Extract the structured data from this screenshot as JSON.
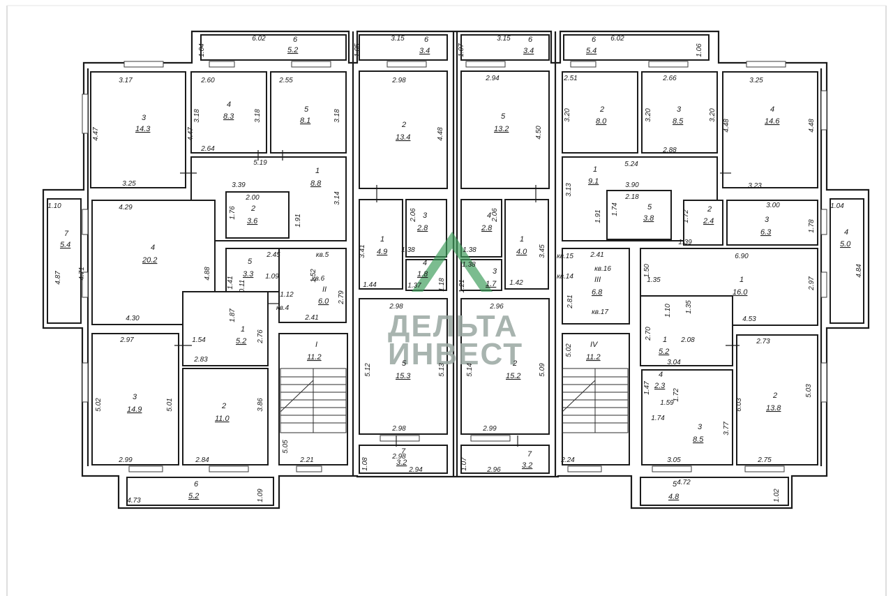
{
  "watermark": {
    "line1": "ДЕЛЬТА",
    "line2": "ИНВЕСТ",
    "color": "#3d9c5a",
    "text_color": "#9aa7a2"
  },
  "rooms": [
    {
      "id": "wl-r6",
      "num": "6",
      "area": "5.2"
    },
    {
      "id": "wl-r3",
      "num": "3",
      "area": "14.3"
    },
    {
      "id": "wl-r4",
      "num": "4",
      "area": "8.3"
    },
    {
      "id": "wl-r5",
      "num": "5",
      "area": "8.1"
    },
    {
      "id": "wl-r1",
      "num": "1",
      "area": "8.8"
    },
    {
      "id": "wl-r2",
      "num": "2",
      "area": "3.6"
    },
    {
      "id": "wl-r4b",
      "num": "4",
      "area": "20.2"
    },
    {
      "id": "wl-r7",
      "num": "7",
      "area": "5.4"
    },
    {
      "id": "wl-r5b",
      "num": "5",
      "area": "3.3"
    },
    {
      "id": "wl-rII",
      "num": "II",
      "area": "6.0"
    },
    {
      "id": "wl-r1b",
      "num": "1",
      "area": "5.2"
    },
    {
      "id": "wl-r3b",
      "num": "3",
      "area": "14.9"
    },
    {
      "id": "wl-r2b",
      "num": "2",
      "area": "11.0"
    },
    {
      "id": "wl-rI",
      "num": "I",
      "area": "11.2"
    },
    {
      "id": "wl-r6b",
      "num": "6",
      "area": "5.2"
    },
    {
      "id": "c1-r6",
      "num": "6",
      "area": "3.4"
    },
    {
      "id": "c1-r2",
      "num": "2",
      "area": "13.4"
    },
    {
      "id": "c1-r1",
      "num": "1",
      "area": "4.9"
    },
    {
      "id": "c1-r3",
      "num": "3",
      "area": "2.8"
    },
    {
      "id": "c1-r4",
      "num": "4",
      "area": "1.8"
    },
    {
      "id": "c1-r5",
      "num": "5",
      "area": "15.3"
    },
    {
      "id": "c1-r7",
      "num": "7",
      "area": "3.2"
    },
    {
      "id": "c2-r6",
      "num": "6",
      "area": "3.4"
    },
    {
      "id": "c2-r5",
      "num": "5",
      "area": "13.2"
    },
    {
      "id": "c2-r4",
      "num": "4",
      "area": "2.8"
    },
    {
      "id": "c2-r1",
      "num": "1",
      "area": "4.0"
    },
    {
      "id": "c2-r3",
      "num": "3",
      "area": "1.7"
    },
    {
      "id": "c2-r2",
      "num": "2",
      "area": "15.2"
    },
    {
      "id": "c2-r7",
      "num": "7",
      "area": "3.2"
    },
    {
      "id": "e-r6",
      "num": "6",
      "area": "5.4"
    },
    {
      "id": "e-r2",
      "num": "2",
      "area": "8.0"
    },
    {
      "id": "e-r3",
      "num": "3",
      "area": "8.5"
    },
    {
      "id": "e-r4",
      "num": "4",
      "area": "14.6"
    },
    {
      "id": "e-r1",
      "num": "1",
      "area": "9.1"
    },
    {
      "id": "e-r5",
      "num": "5",
      "area": "3.8"
    },
    {
      "id": "e-r2b",
      "num": "2",
      "area": "2.4"
    },
    {
      "id": "e-r3b",
      "num": "3",
      "area": "6.3"
    },
    {
      "id": "e-r4b",
      "num": "4",
      "area": "5.0"
    },
    {
      "id": "e-rIII",
      "num": "III",
      "area": "6.8"
    },
    {
      "id": "e-r1b",
      "num": "1",
      "area": "16.0"
    },
    {
      "id": "e-rIV",
      "num": "IV",
      "area": "11.2"
    },
    {
      "id": "e-r1c",
      "num": "1",
      "area": "5.2"
    },
    {
      "id": "e-r4c",
      "num": "4",
      "area": "2.3"
    },
    {
      "id": "e-r3c",
      "num": "3",
      "area": "8.5"
    },
    {
      "id": "e-r2c",
      "num": "2",
      "area": "13.8"
    },
    {
      "id": "e-r5b",
      "num": "5",
      "area": "4.8"
    }
  ],
  "dimensions": [
    "6.02",
    "1.04",
    "3.15",
    "1.05",
    "3.15",
    "1.07",
    "6.02",
    "1.06",
    "3.17",
    "4.47",
    "4.47",
    "3.25",
    "2.60",
    "3.18",
    "3.18",
    "2.64",
    "2.55",
    "3.18",
    "5.19",
    "3.39",
    "2.00",
    "3.14",
    "1.76",
    "1.91",
    "2.98",
    "4.48",
    "2.94",
    "4.50",
    "2.51",
    "3.20",
    "2.66",
    "3.20",
    "3.20",
    "3.25",
    "4.48",
    "4.48",
    "2.88",
    "5.24",
    "3.13",
    "3.90",
    "2.18",
    "1.74",
    "1.91",
    "3.23",
    "1.10",
    "4.29",
    "4.87",
    "4.71",
    "4.88",
    "4.30",
    "2.45",
    "кв.5",
    "1.41",
    "0.11",
    "1.09",
    "1.52",
    "кв.6",
    "2.79",
    "1.12",
    "кв.4",
    "1.87",
    "2.41",
    "3.41",
    "2.06",
    "1.38",
    "1.44",
    "1.18",
    "1.37",
    "2.98",
    "2.06",
    "1.38",
    "1.38",
    "1.21",
    "1.42",
    "3.45",
    "2.96",
    "кв.15",
    "2.41",
    "кв.16",
    "кв.14",
    "2.81",
    "кв.17",
    "1.50",
    "1.35",
    "1.35",
    "1.10",
    "2.70",
    "1.72",
    "3.00",
    "1.78",
    "1.39",
    "6.90",
    "2.97",
    "4.53",
    "1.04",
    "4.84",
    "2.97",
    "1.54",
    "2.76",
    "2.83",
    "5.02",
    "5.01",
    "3.86",
    "2.99",
    "2.84",
    "5.05",
    "2.21",
    "5.12",
    "5.13",
    "2.98",
    "5.14",
    "5.09",
    "2.99",
    "2.98",
    "1.08",
    "2.94",
    "1.07",
    "2.96",
    "4.73",
    "1.09",
    "5.02",
    "2.24",
    "2.08",
    "3.04",
    "1.47",
    "1.59",
    "1.72",
    "1.74",
    "3.77",
    "6.03",
    "5.03",
    "2.73",
    "3.05",
    "2.75",
    "4.72",
    "1.02"
  ]
}
